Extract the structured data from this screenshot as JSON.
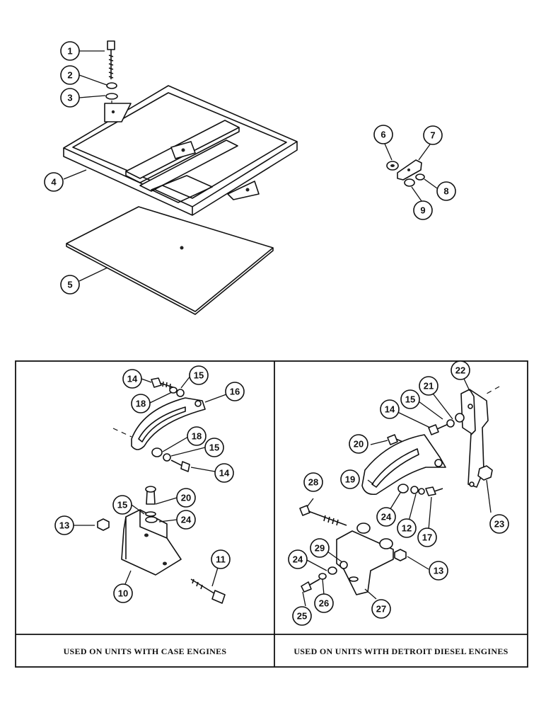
{
  "captions": {
    "left": "USED ON UNITS WITH CASE ENGINES",
    "right": "USED ON UNITS WITH DETROIT DIESEL ENGINES"
  },
  "callouts": {
    "c1": "1",
    "c2": "2",
    "c3": "3",
    "c4": "4",
    "c5": "5",
    "c6": "6",
    "c7": "7",
    "c8": "8",
    "c9": "9",
    "c10": "10",
    "c11": "11",
    "c13a": "13",
    "c14a": "14",
    "c14b": "14",
    "c15a": "15",
    "c15b": "15",
    "c15c": "15",
    "c16": "16",
    "c18a": "18",
    "c18b": "18",
    "c20a": "20",
    "c24a": "24",
    "c22": "22",
    "c21": "21",
    "c15d": "15",
    "c14c": "14",
    "c20b": "20",
    "c28": "28",
    "c19": "19",
    "c24b": "24",
    "c12": "12",
    "c17": "17",
    "c23": "23",
    "c29": "29",
    "c24c": "24",
    "c13b": "13",
    "c25": "25",
    "c26": "26",
    "c27": "27"
  }
}
